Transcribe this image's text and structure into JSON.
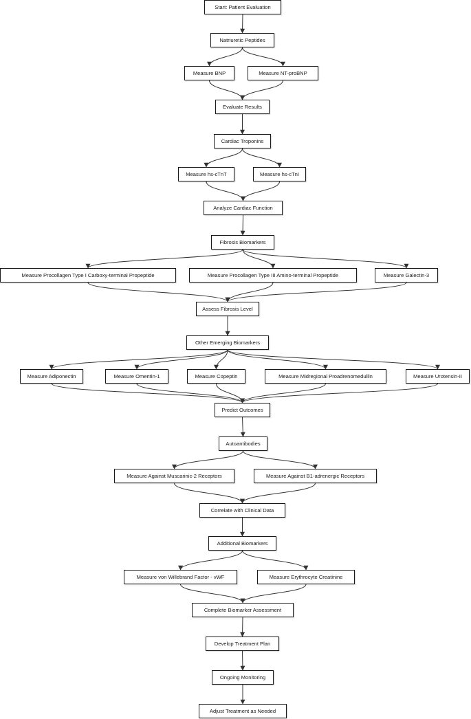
{
  "nodes": {
    "start": "Start: Patient Evaluation",
    "np": "Natriuretic Peptides",
    "bnp": "Measure BNP",
    "ntprobnp": "Measure NT-proBNP",
    "eval": "Evaluate Results",
    "trop": "Cardiac Troponins",
    "tnt": "Measure hs-cTnT",
    "tni": "Measure hs-cTnI",
    "acf": "Analyze Cardiac Function",
    "fib": "Fibrosis Biomarkers",
    "pcI": "Measure Procollagen Type I Carboxy-terminal Propeptide",
    "pcIII": "Measure Procollagen Type III Amino-terminal Propeptide",
    "gal3": "Measure Galectin-3",
    "afl": "Assess Fibrosis Level",
    "oeb": "Other Emerging Biomarkers",
    "adipo": "Measure Adiponectin",
    "omentin": "Measure Omentin-1",
    "copeptin": "Measure Copeptin",
    "mradm": "Measure Midregional Proadrenomedullin",
    "uro": "Measure Urotensin-II",
    "predict": "Predict Outcomes",
    "auto": "Autoantibodies",
    "musc": "Measure Against Muscarinic-2 Receptors",
    "beta1": "Measure Against B1-adrenergic Receptors",
    "corr": "Correlate with Clinical Data",
    "addl": "Additional Biomarkers",
    "vwf": "Measure von Willebrand Factor - vWF",
    "eryth": "Measure Erythrocyte Creatinine",
    "cba": "Complete Biomarker Assessment",
    "dtp": "Develop Treatment Plan",
    "om": "Ongoing Monitoring",
    "atn": "Adjust Treatment as Needed"
  },
  "edges": [
    [
      "start",
      "np"
    ],
    [
      "np",
      "bnp"
    ],
    [
      "np",
      "ntprobnp"
    ],
    [
      "bnp",
      "eval"
    ],
    [
      "ntprobnp",
      "eval"
    ],
    [
      "eval",
      "trop"
    ],
    [
      "trop",
      "tnt"
    ],
    [
      "trop",
      "tni"
    ],
    [
      "tnt",
      "acf"
    ],
    [
      "tni",
      "acf"
    ],
    [
      "acf",
      "fib"
    ],
    [
      "fib",
      "pcI"
    ],
    [
      "fib",
      "pcIII"
    ],
    [
      "fib",
      "gal3"
    ],
    [
      "pcI",
      "afl"
    ],
    [
      "pcIII",
      "afl"
    ],
    [
      "gal3",
      "afl"
    ],
    [
      "afl",
      "oeb"
    ],
    [
      "oeb",
      "adipo"
    ],
    [
      "oeb",
      "omentin"
    ],
    [
      "oeb",
      "copeptin"
    ],
    [
      "oeb",
      "mradm"
    ],
    [
      "oeb",
      "uro"
    ],
    [
      "adipo",
      "predict"
    ],
    [
      "omentin",
      "predict"
    ],
    [
      "copeptin",
      "predict"
    ],
    [
      "mradm",
      "predict"
    ],
    [
      "uro",
      "predict"
    ],
    [
      "predict",
      "auto"
    ],
    [
      "auto",
      "musc"
    ],
    [
      "auto",
      "beta1"
    ],
    [
      "musc",
      "corr"
    ],
    [
      "beta1",
      "corr"
    ],
    [
      "corr",
      "addl"
    ],
    [
      "addl",
      "vwf"
    ],
    [
      "addl",
      "eryth"
    ],
    [
      "vwf",
      "cba"
    ],
    [
      "eryth",
      "cba"
    ],
    [
      "cba",
      "dtp"
    ],
    [
      "dtp",
      "om"
    ],
    [
      "om",
      "atn"
    ]
  ]
}
